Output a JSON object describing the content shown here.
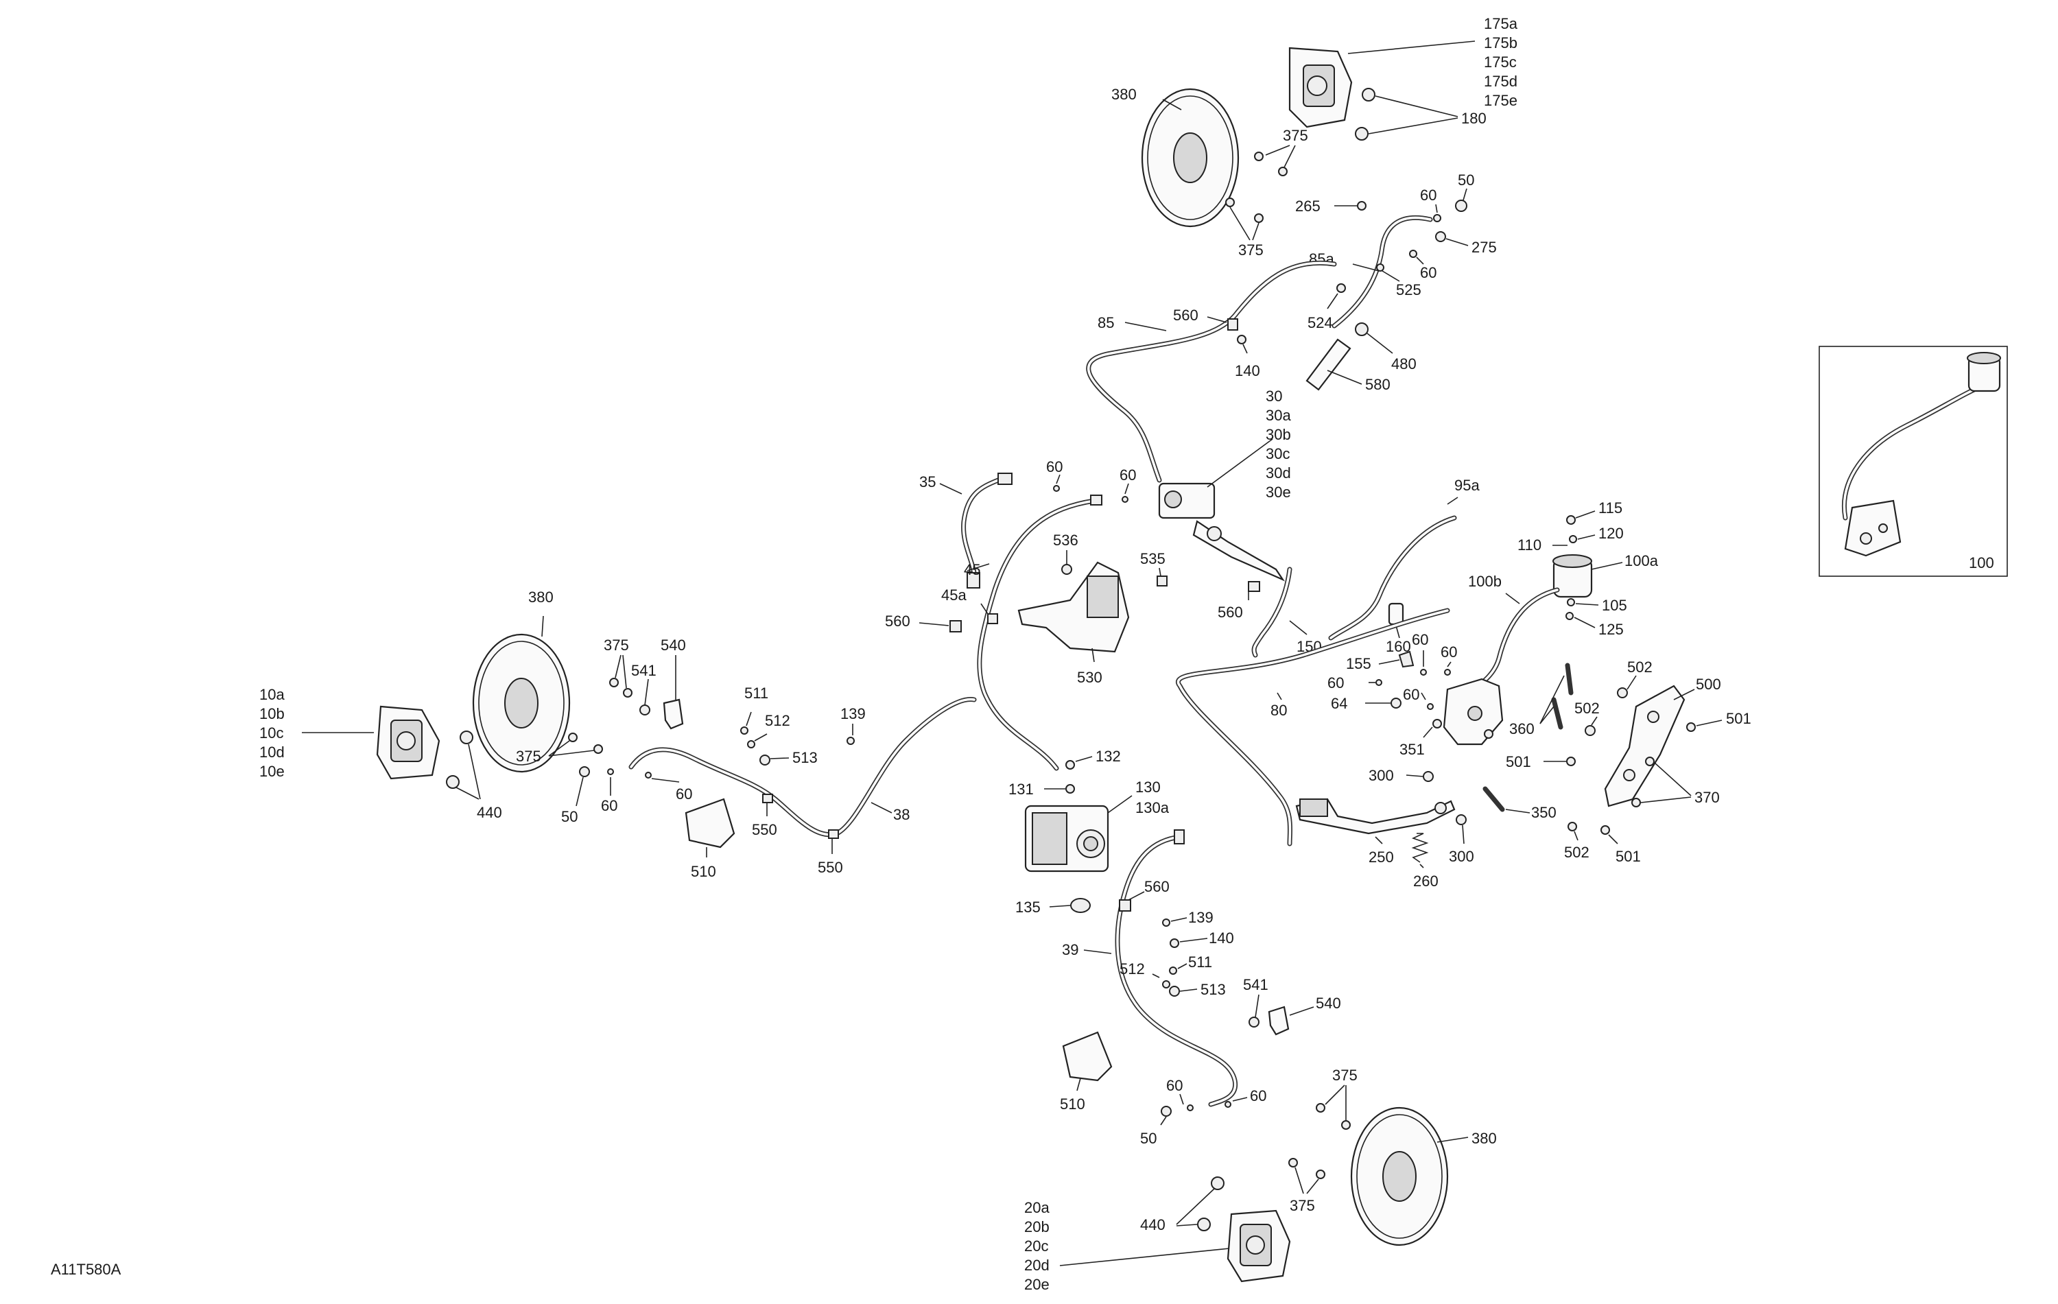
{
  "diagram": {
    "drawing_code": "A11T580A",
    "inset_label": "100",
    "callouts": {
      "rear_caliper": [
        "175a",
        "175b",
        "175c",
        "175d",
        "175e"
      ],
      "rear_disc": "380",
      "rear_caliper_bolt": "180",
      "rear_disc_screw_top": "375",
      "rear_disc_screw_bottom": "375",
      "banjo_top": "50",
      "washer_top_1": "60",
      "washer_top_2": "60",
      "bleeder_top": "265",
      "fitting_275": "275",
      "hose_85a": "85a",
      "clip_525": "525",
      "clip_524": "524",
      "clip_560_top": "560",
      "hose_85": "85",
      "clip_140_top": "140",
      "nut_480": "480",
      "sleeve_580": "580",
      "master_cylinder": [
        "30",
        "30a",
        "30b",
        "30c",
        "30d",
        "30e"
      ],
      "washer_mc_1": "60",
      "washer_mc_2": "60",
      "sensor_harness": "35",
      "hose_45": "45",
      "clip_536": "536",
      "clip_535": "535",
      "clip_45a": "45a",
      "clip_560_mid": "560",
      "bracket_530": "530",
      "hose_95a": "95a",
      "bolt_115": "115",
      "washer_120": "120",
      "screw_110": "110",
      "reservoir_100a": "100a",
      "hose_100b": "100b",
      "clamp_105": "105",
      "cap_125": "125",
      "clip_560_right": "560",
      "hose_150": "150",
      "switch_160": "160",
      "clip_155": "155",
      "washer_r_1": "60",
      "washer_r_2": "60",
      "washer_r_3": "60",
      "washer_r_4": "60",
      "hose_80": "80",
      "washer_64": "64",
      "nut_351": "351",
      "nut_300_a": "300",
      "nut_300_b": "300",
      "bolt_360": "360",
      "nut_502_a": "502",
      "nut_502_b": "502",
      "nut_502_c": "502",
      "bracket_500": "500",
      "screw_501_a": "501",
      "screw_501_b": "501",
      "screw_501_c": "501",
      "nut_370": "370",
      "pin_350": "350",
      "pedal_250": "250",
      "spring_260": "260",
      "front_left_caliper": [
        "10a",
        "10b",
        "10c",
        "10d",
        "10e"
      ],
      "front_left_disc": "380",
      "front_left_disc_screw": "375",
      "front_left_disc_screw_b": "375",
      "front_left_caliper_bolt": "440",
      "clip_541_left": "541",
      "clamp_540_left": "540",
      "banjo_left": "50",
      "washer_left_1": "60",
      "washer_left_2": "60",
      "screw_511_left": "511",
      "washer_512_left": "512",
      "nut_513_left": "513",
      "screw_139_left": "139",
      "hose_38": "38",
      "support_510_left": "510",
      "clip_550_a": "550",
      "clip_550_b": "550",
      "bolt_132": "132",
      "clip_131": "131",
      "abs_module": [
        "130",
        "130a"
      ],
      "grommet_135": "135",
      "clip_560_bottom": "560",
      "screw_139_bottom": "139",
      "clip_140_bottom": "140",
      "screw_511_bottom": "511",
      "washer_512_bottom": "512",
      "nut_513_bottom": "513",
      "hose_39": "39",
      "clip_541_bottom": "541",
      "clamp_540_bottom": "540",
      "support_510_bottom": "510",
      "washer_bottom_1": "60",
      "washer_bottom_2": "60",
      "banjo_bottom": "50",
      "front_right_disc_screw": "375",
      "front_right_disc_screw_b": "375",
      "front_right_disc": "380",
      "front_right_caliper_bolt": "440",
      "front_right_caliper": [
        "20a",
        "20b",
        "20c",
        "20d",
        "20e"
      ]
    }
  }
}
